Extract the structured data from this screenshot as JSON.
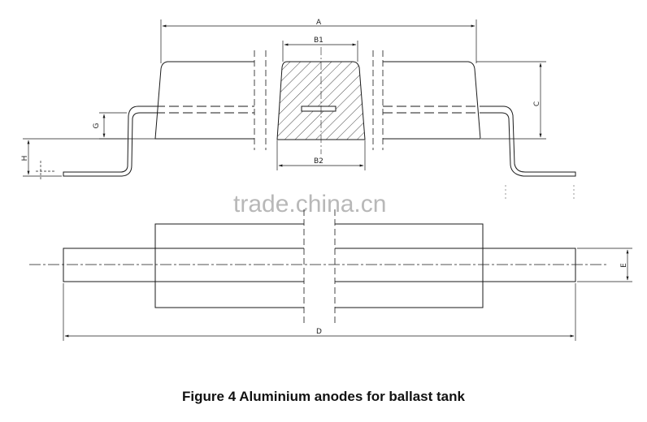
{
  "figure": {
    "caption": "Figure 4 Aluminium anodes for ballast tank",
    "watermark": "trade.china.cn"
  },
  "dimensions": {
    "A": "A",
    "B1": "B1",
    "B2": "B2",
    "C": "C",
    "D": "D",
    "E": "E",
    "G": "G",
    "H": "H"
  },
  "colors": {
    "line": "#1a1a1a",
    "background": "#ffffff",
    "watermark": "#b8b8b8"
  }
}
